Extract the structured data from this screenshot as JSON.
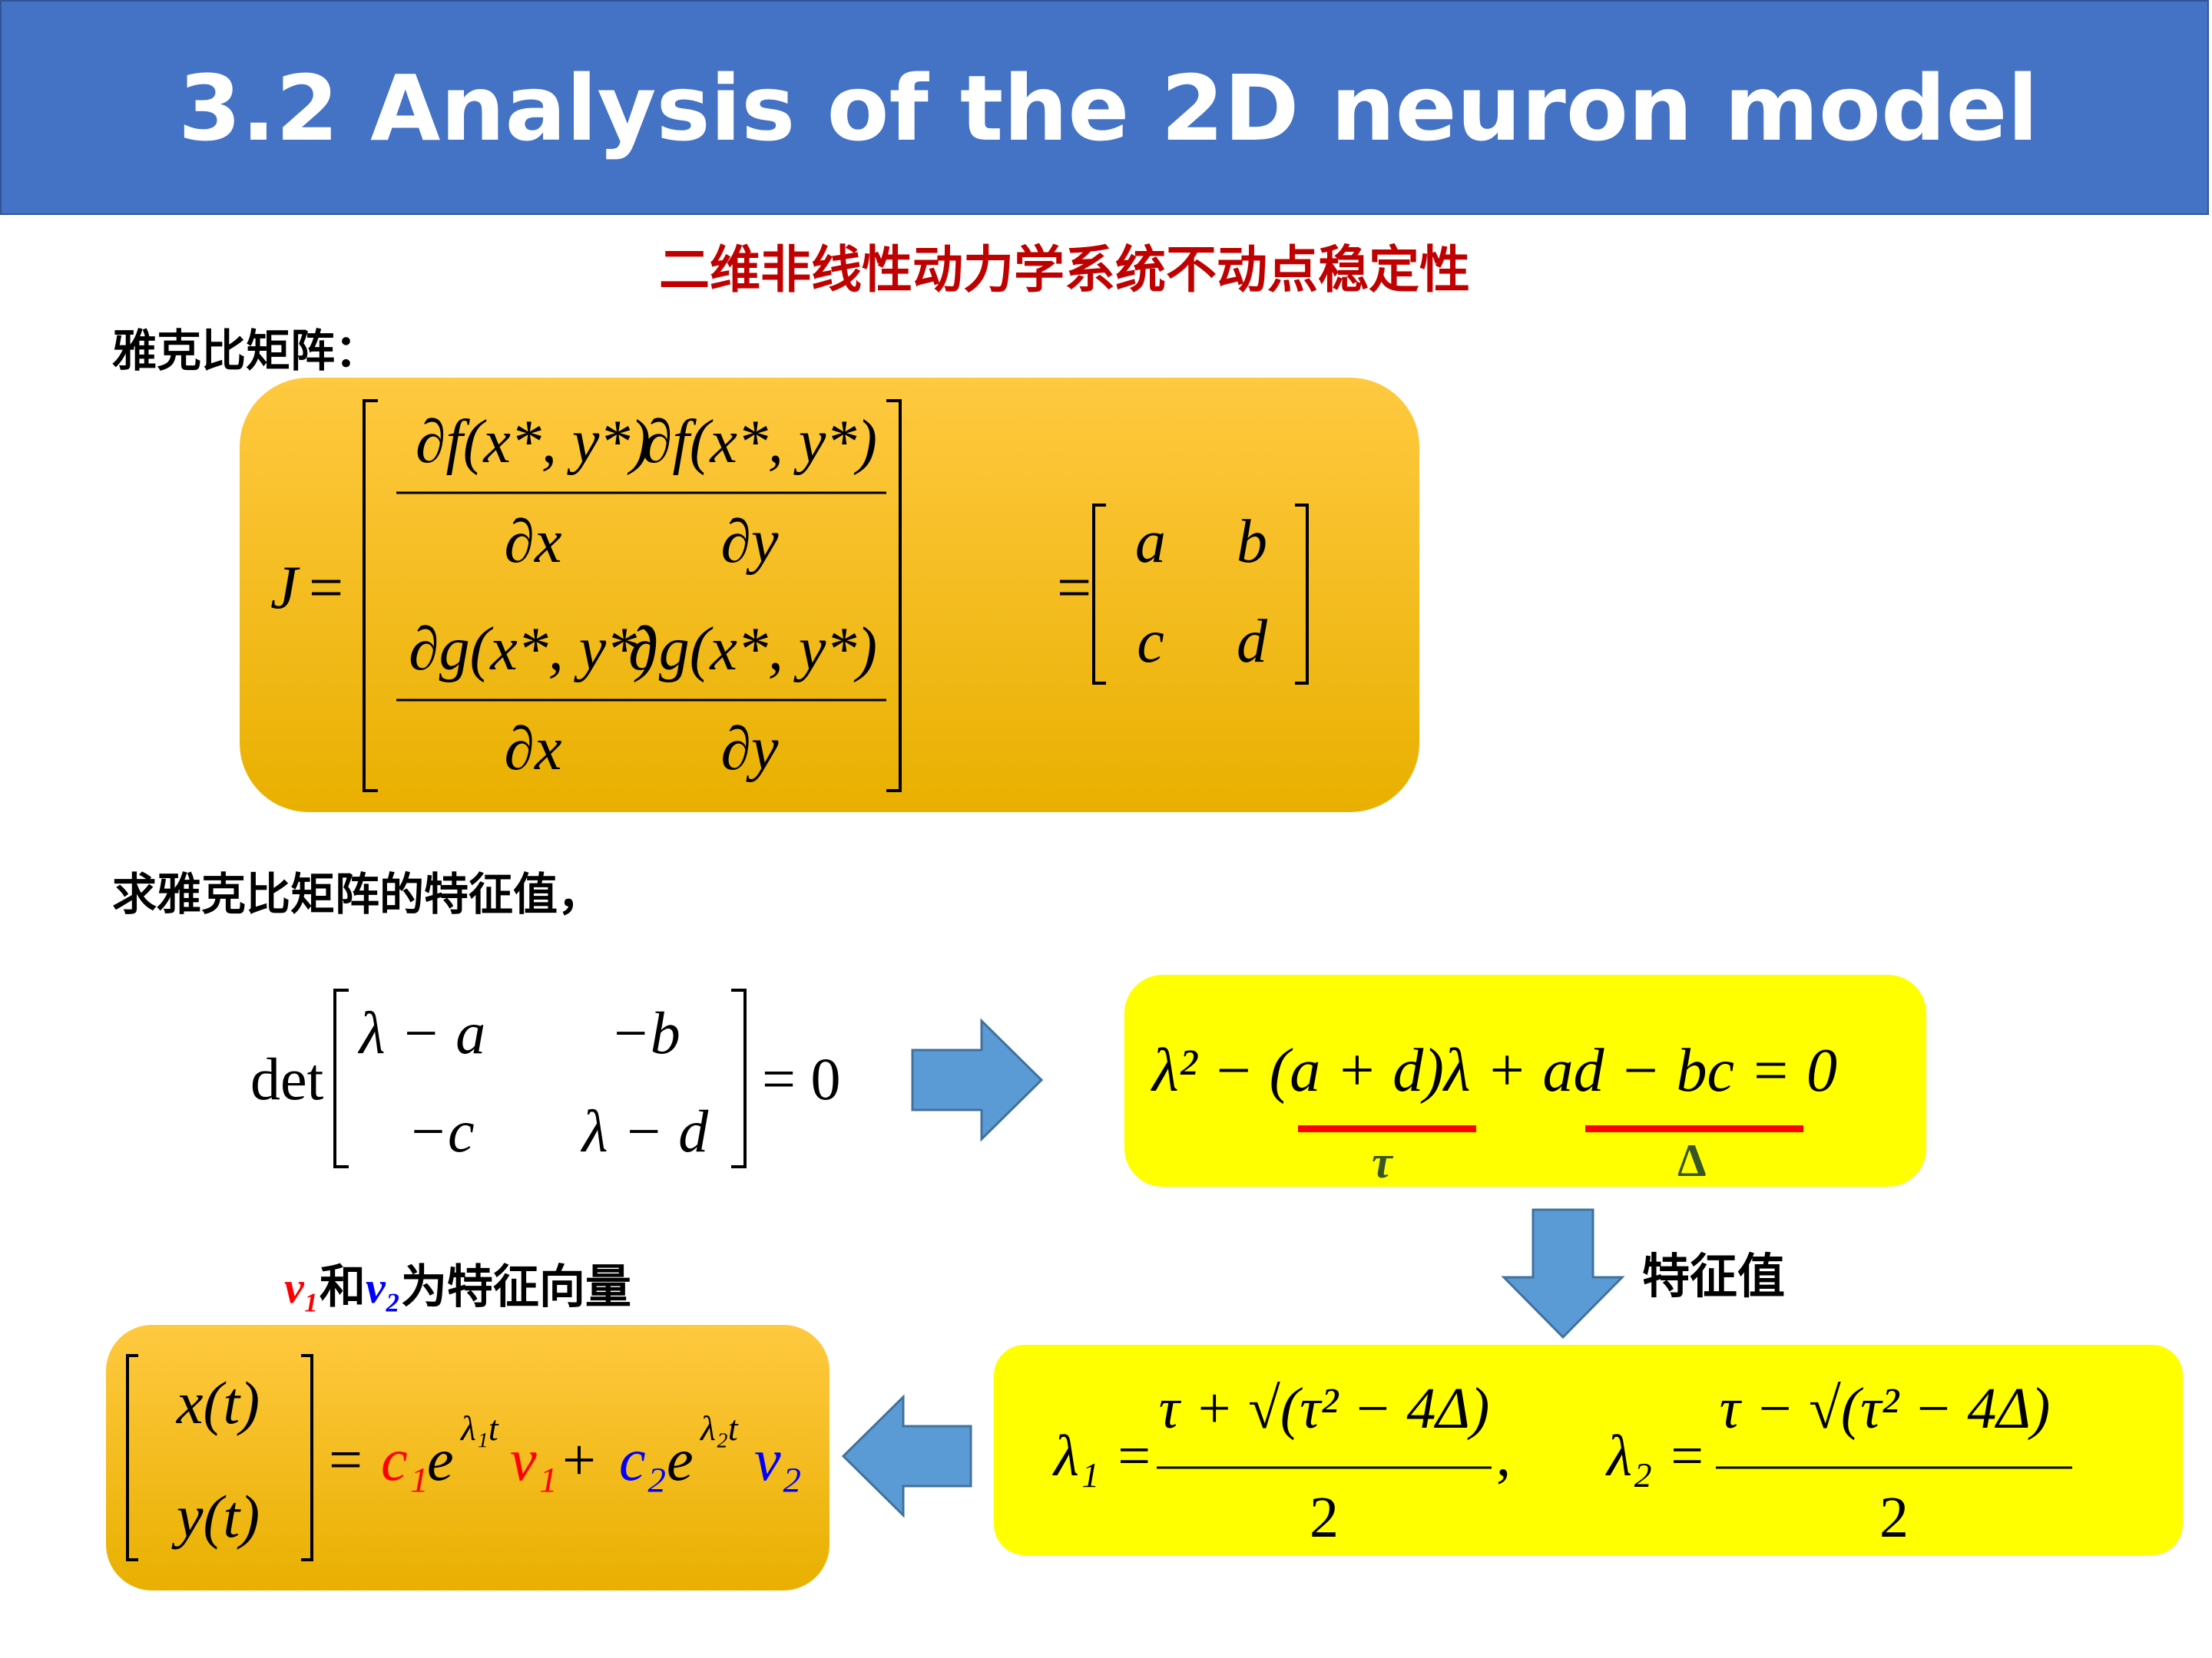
{
  "header": {
    "title": "3.2 Analysis of the 2D neuron model"
  },
  "subtitle": "二维非线性动力学系统不动点稳定性",
  "labels": {
    "jacobian": "雅克比矩阵：",
    "eigen_prompt": "求雅克比矩阵的特征值，",
    "eigenvalues": "特征值",
    "eigenvectors_and": "和",
    "eigenvectors_suffix": "为特征向量"
  },
  "jacobian_eq": {
    "J": "J",
    "eq": "=",
    "f11_num": "∂f(x*, y*)",
    "f11_den": "∂x",
    "f12_num": "∂f(x*, y*)",
    "f12_den": "∂y",
    "g21_num": "∂g(x*, y*)",
    "g21_den": "∂x",
    "g22_num": "∂g(x*, y*)",
    "g22_den": "∂y",
    "a": "a",
    "b": "b",
    "c": "c",
    "d": "d"
  },
  "det_eq": {
    "det": "det",
    "m11": "λ − a",
    "m12": "−b",
    "m21": "−c",
    "m22": "λ − d",
    "rhs": "= 0"
  },
  "char_eq": {
    "text": "λ² − (a + d)λ + ad − bc = 0",
    "tau": "τ",
    "delta": "Δ"
  },
  "eigen_solutions": {
    "l1_lhs": "λ₁ =",
    "l1_num": "τ + √(τ² − 4Δ)",
    "l1_den": "2",
    "sep": ",",
    "l2_lhs": "λ₂ =",
    "l2_num": "τ − √(τ² − 4Δ)",
    "l2_den": "2"
  },
  "solution_eq": {
    "x_t": "x(t)",
    "y_t": "y(t)",
    "eq": "=",
    "c1": "c₁",
    "e1": "e",
    "exp1": "λ₁t",
    "v1": "v₁",
    "plus": "+",
    "c2": "c₂",
    "e2": "e",
    "exp2": "λ₂t",
    "v2": "v₂"
  },
  "vector_labels": {
    "v1": "v₁",
    "v2": "v₂"
  },
  "colors": {
    "header_bg": "#4472C4",
    "subtitle": "#C00000",
    "orange_box": "#FFC000",
    "yellow_box": "#FFFF00",
    "underline": "#FF0000",
    "tau_delta": "#375623",
    "arrow": "#5B9BD5",
    "v1": "#FF0000",
    "v2": "#0000FF"
  }
}
